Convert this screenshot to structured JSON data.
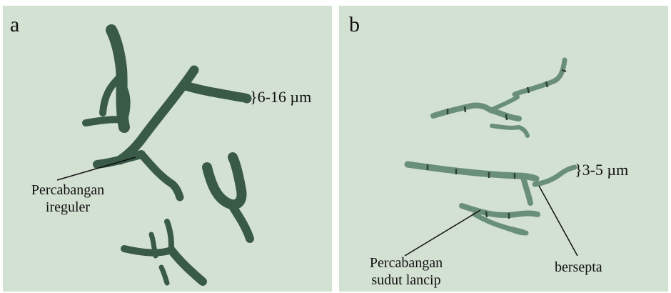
{
  "panel_a": {
    "label": "a",
    "width_label": "6-16 µm",
    "branch_label_line1": "Percabangan",
    "branch_label_line2": "ireguler"
  },
  "panel_b": {
    "label": "b",
    "width_label": "3-5 µm",
    "branch_label_line1": "Percabangan",
    "branch_label_line2": "sudut lancip",
    "septa_label": "bersepta"
  },
  "colors": {
    "background": "#d3e1d3",
    "hypha_a": "#3a5a48",
    "hypha_b": "#6a8f79",
    "septum": "#2c4034"
  }
}
